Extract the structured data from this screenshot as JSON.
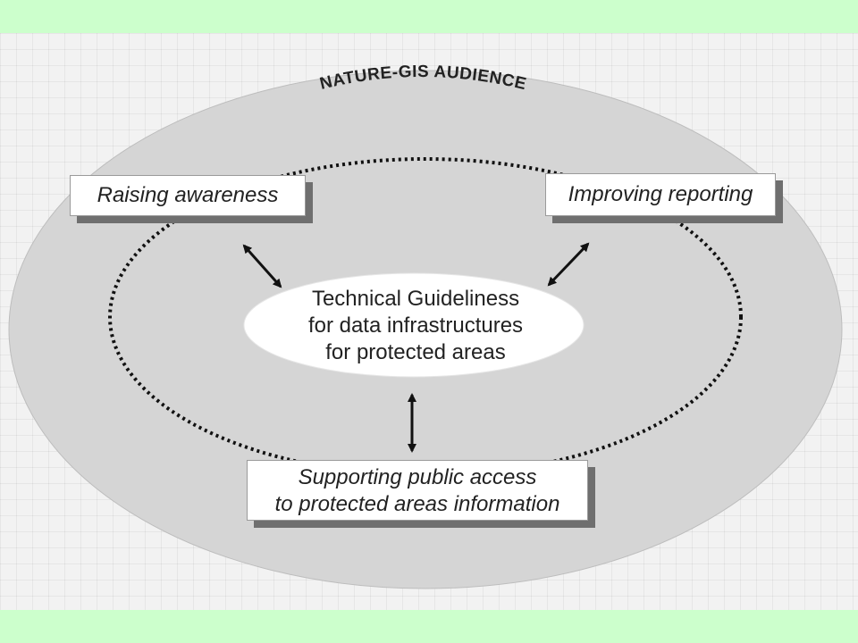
{
  "audience": {
    "title": "NATURE-GIS AUDIENCE"
  },
  "nodes": {
    "raising": "Raising awareness",
    "improving": "Improving reporting",
    "supporting_line1": "Supporting public access",
    "supporting_line2": "to protected areas information"
  },
  "center": {
    "line1": "Technical Guideliness",
    "line2": "for data infrastructures",
    "line3": "for protected areas"
  },
  "colors": {
    "band": "#ccffcc",
    "outer_ellipse": "#d5d5d5",
    "inner_ellipse": "#ffffff",
    "text": "#222222"
  }
}
